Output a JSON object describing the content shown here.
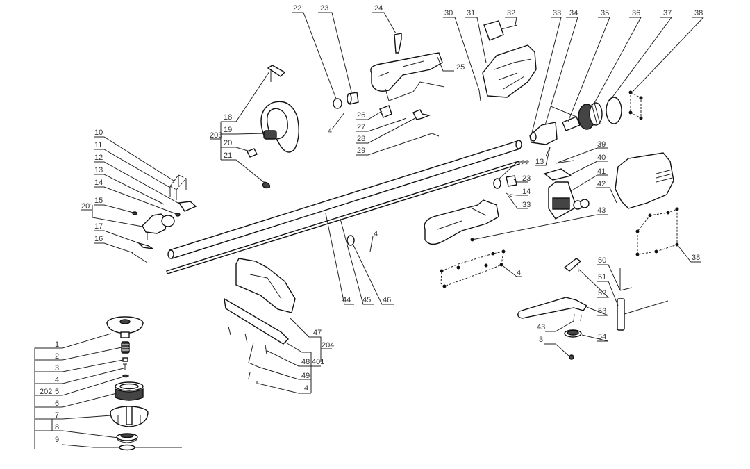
{
  "diagram": {
    "type": "exploded-parts-view",
    "colors": {
      "ink": "#111111",
      "label": "#333333",
      "background": "#ffffff"
    },
    "groups": [
      {
        "id": "202",
        "label": "202",
        "members": [
          "1",
          "2",
          "3",
          "4",
          "5",
          "6",
          "7",
          "8"
        ]
      },
      {
        "id": "201",
        "label": "201",
        "members": [
          "15",
          "17"
        ]
      },
      {
        "id": "203",
        "label": "203",
        "members": [
          "19",
          "20",
          "21"
        ]
      },
      {
        "id": "204",
        "label": "204",
        "members": [
          "47",
          "401"
        ]
      },
      {
        "id": "401",
        "label": "401",
        "members": [
          "48",
          "49",
          "4"
        ]
      }
    ],
    "labels": {
      "p1": "1",
      "p2": "2",
      "p3": "3",
      "p4": "4",
      "p5": "5",
      "p6": "6",
      "p7": "7",
      "p8": "8",
      "p9": "9",
      "p10": "10",
      "p11": "11",
      "p12": "12",
      "p13": "13",
      "p14": "14",
      "p15": "15",
      "p16": "16",
      "p17": "17",
      "p18": "18",
      "p19": "19",
      "p20": "20",
      "p21": "21",
      "p22": "22",
      "p23": "23",
      "p24": "24",
      "p25": "25",
      "p26": "26",
      "p27": "27",
      "p28": "28",
      "p29": "29",
      "p30": "30",
      "p31": "31",
      "p32": "32",
      "p33": "33",
      "p34": "34",
      "p35": "35",
      "p36": "36",
      "p37": "37",
      "p38": "38",
      "p39": "39",
      "p40": "40",
      "p41": "41",
      "p42": "42",
      "p43": "43",
      "p44": "44",
      "p45": "45",
      "p46": "46",
      "p47": "47",
      "p48": "48",
      "p49": "49",
      "p50": "50",
      "p51": "51",
      "p52": "52",
      "p53": "53",
      "p54": "54",
      "p4_handle": "4",
      "p4_tube": "4",
      "p4_guard": "4",
      "p3_harness": "3",
      "p13_motor": "13",
      "p22_b": "22",
      "p23_b": "23",
      "p14_b": "14",
      "p33_b": "33",
      "p43_b": "43",
      "p4_bolt": "4",
      "p38_b": "38",
      "g202": "202",
      "g201": "201",
      "g203": "203",
      "g204": "204",
      "g401": "401"
    }
  }
}
